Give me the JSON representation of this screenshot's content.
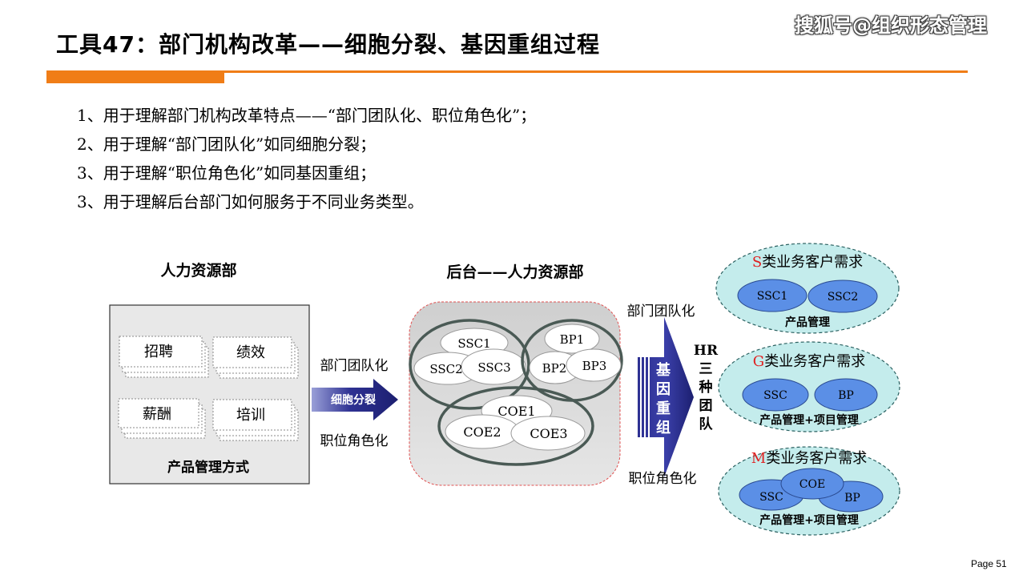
{
  "header": {
    "title": "工具47：部门机构改革——细胞分裂、基因重组过程",
    "watermark": "搜狐号@组织形态管理"
  },
  "points": [
    "1、用于理解部门机构改革特点——“部门团队化、职位角色化”；",
    "2、用于理解“部门团队化”如同细胞分裂；",
    "3、用于理解“职位角色化”如同基因重组；",
    "3、用于理解后台部门如何服务于不同业务类型。"
  ],
  "left_panel": {
    "heading": "人力资源部",
    "cards": [
      "招聘",
      "绩效",
      "薪酬",
      "培训"
    ],
    "footer": "产品管理方式"
  },
  "arrow1": {
    "label": "细胞分裂",
    "top_text": "部门团队化",
    "bottom_text": "职位角色化"
  },
  "middle_panel": {
    "heading": "后台——人力资源部",
    "ssc": [
      "SSC1",
      "SSC2",
      "SSC3"
    ],
    "bp": [
      "BP1",
      "BP2",
      "BP3"
    ],
    "coe": [
      "COE1",
      "COE2",
      "COE3"
    ]
  },
  "arrow2": {
    "label": "基因重组",
    "top_text": "部门团队化",
    "bottom_text": "职位角色化",
    "hr_label": [
      "HR",
      "三",
      "种",
      "团",
      "队"
    ]
  },
  "right_panel": {
    "groups": [
      {
        "letter": "S",
        "title": "类业务客户需求",
        "units": [
          "SSC1",
          "SSC2"
        ],
        "footer": "产品管理"
      },
      {
        "letter": "G",
        "title": "类业务客户需求",
        "units": [
          "SSC",
          "BP"
        ],
        "footer": "产品管理+项目管理"
      },
      {
        "letter": "M",
        "title": "类业务客户需求",
        "units": [
          "SSC",
          "COE",
          "BP"
        ],
        "footer": "产品管理+项目管理"
      }
    ]
  },
  "footer": {
    "page": "Page 51"
  },
  "colors": {
    "accent": "#f07d17",
    "arrow": "#2e3192",
    "cyan": "#c4ecec",
    "blue": "#5b8fe6",
    "red": "#e02020"
  }
}
